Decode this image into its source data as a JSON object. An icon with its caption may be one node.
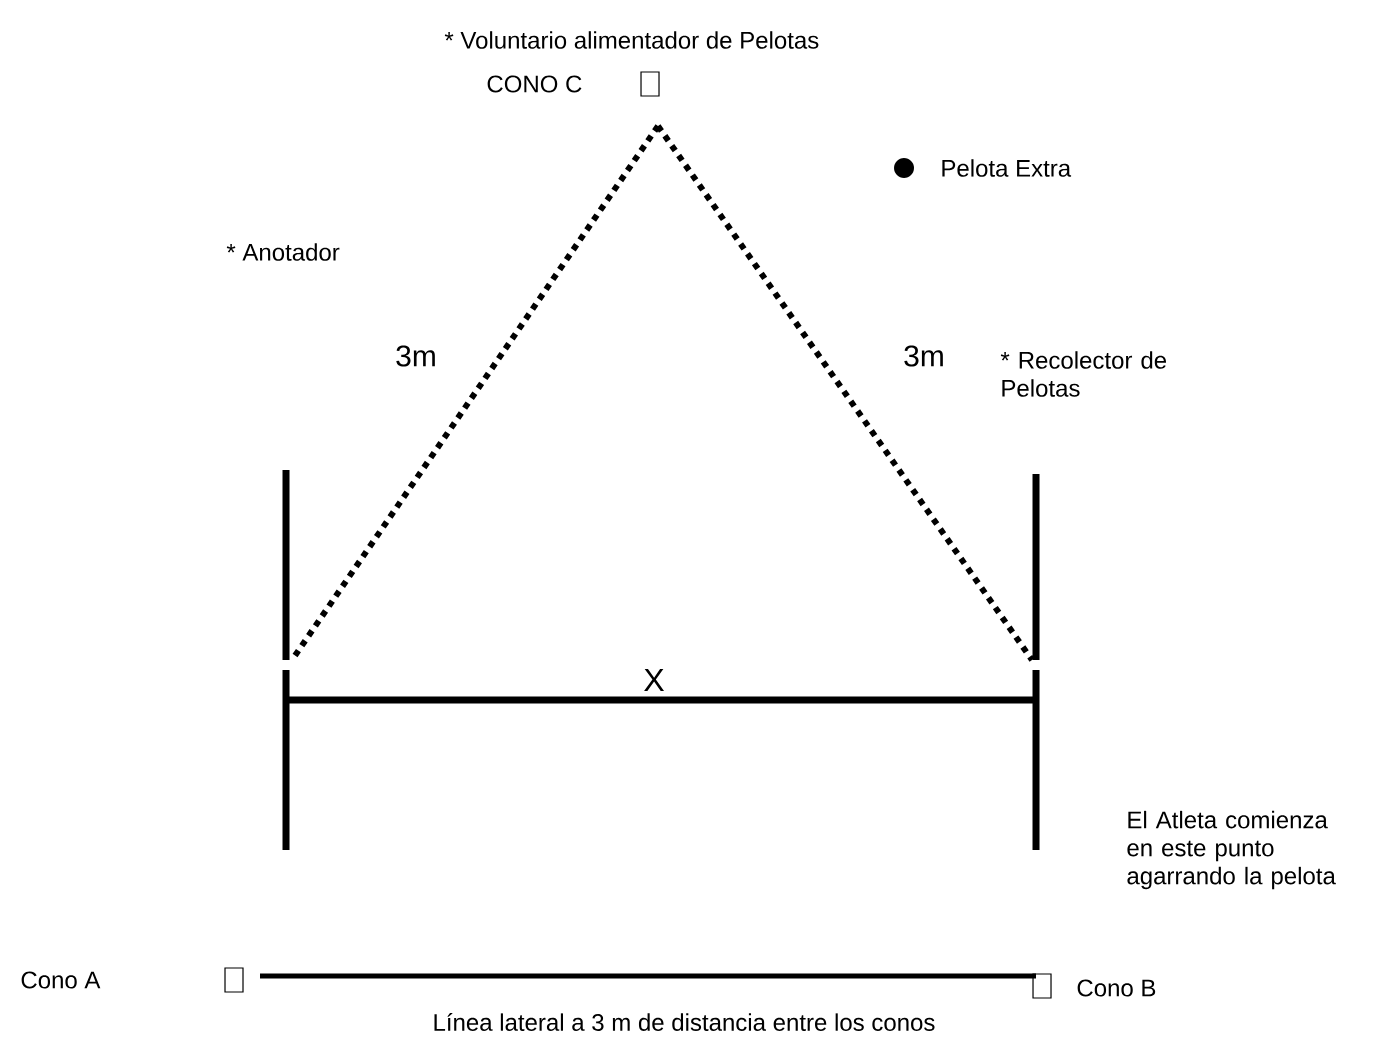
{
  "diagram": {
    "labels": [
      "* Voluntario alimentador de Pelotas",
      "CONO C",
      "Pelota Extra",
      "* Anotador",
      "3m",
      "3m",
      "* Recolector de Pelotas",
      "X",
      "El Atleta comienza en este punto agarrando la pelota",
      "Cono A",
      "Cono B",
      "Línea lateral a 3 m de distancia entre los conos"
    ]
  }
}
